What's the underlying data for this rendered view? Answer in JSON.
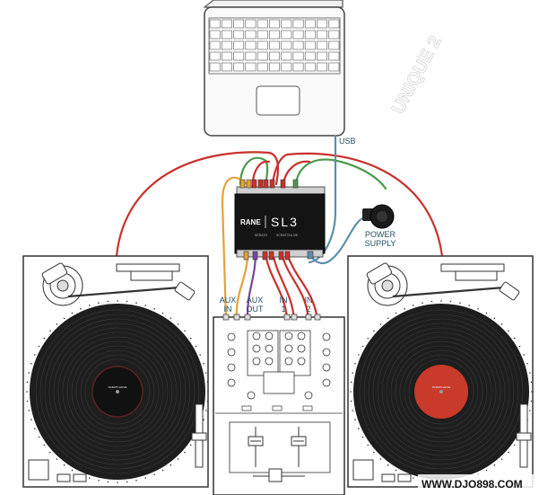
{
  "labels": {
    "usb": "USB",
    "power_supply_line1": "POWER",
    "power_supply_line2": "SUPPLY",
    "aux_in_line1": "AUX",
    "aux_in_line2": "IN",
    "aux_out_line1": "AUX",
    "aux_out_line2": "OUT",
    "in1_line1": "IN",
    "in1_line2": "1",
    "in2_line1": "IN",
    "in2_line2": "2"
  },
  "interface": {
    "brand": "RANE",
    "model": "SL3",
    "sub_brand": "SCRATCHLIVE",
    "sub_prefix": "SERATO"
  },
  "records": {
    "left_label": "SCRATCHLIVE",
    "right_label": "SCRATCHLIVE"
  },
  "watermarks": {
    "logo": "UNIQUE 2",
    "site": "WWW.DJO898.COM"
  },
  "colors": {
    "cable_red": "#c8322d",
    "cable_green": "#4c9a4c",
    "cable_orange": "#e3a23a",
    "cable_purple": "#7a45a0",
    "cable_blue": "#5b8fa8",
    "record_black": "#1e1e1e",
    "record_label_right": "#c83a2a"
  }
}
